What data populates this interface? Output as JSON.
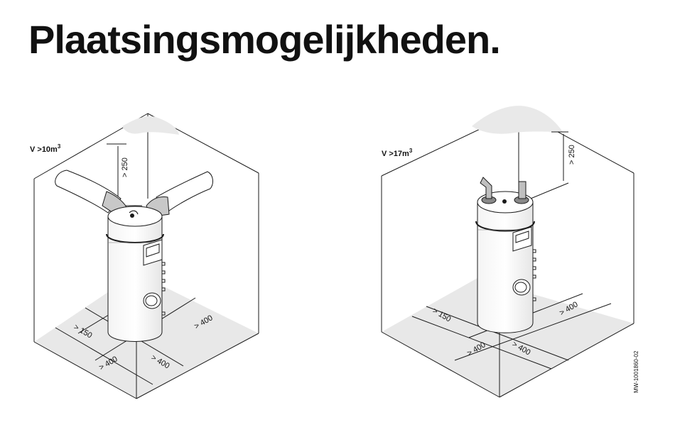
{
  "title": "Plaatsingsmogelijkheden.",
  "left": {
    "volume": "V >10m",
    "volume_exp": "3",
    "dim_ceiling": "> 250",
    "dim_side": "> 150",
    "dim_front_left": "> 400",
    "dim_front_right": "> 400",
    "dim_right": "> 400"
  },
  "right": {
    "volume": "V >17m",
    "volume_exp": "3",
    "dim_ceiling": "> 250",
    "dim_side": "> 150",
    "dim_front_left": "> 400",
    "dim_front_right": "> 400",
    "dim_right": "> 400"
  },
  "code": "MW-1001860-02",
  "colors": {
    "floor": "#e8e8e8",
    "line": "#1a1a1a",
    "duct": "#cfcfcf"
  }
}
